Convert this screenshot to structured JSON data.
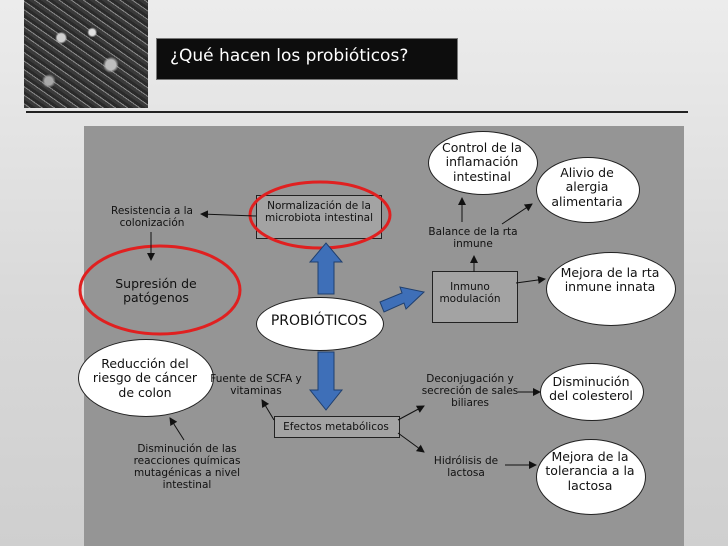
{
  "slide": {
    "title": "¿Qué hacen los probióticos?"
  },
  "diagram": {
    "center": "PROBIÓTICOS",
    "normalization": "Normalización de la microbiota intestinal",
    "resistance": "Resistencia a la colonización",
    "suppression": "Supresión de patógenos",
    "immunomodulation": "Inmuno modulación",
    "inflammation": "Control de la inflamación intestinal",
    "balance": "Balance de la rta inmune",
    "allergy": "Alivio de alergia alimentaria",
    "innate": "Mejora de la rta inmune innata",
    "metabolic": "Efectos metabólicos",
    "scfa": "Fuente de SCFA y vitaminas",
    "colon_cancer": "Reducción del riesgo de cáncer de colon",
    "mutagenic": "Disminución de las reacciones químicas mutagénicas a nivel intestinal",
    "bile": "Deconjugación y secreción de sales biliares",
    "cholesterol": "Disminución del colesterol",
    "lactose_hydrolysis": "Hidrólisis de lactosa",
    "lactose_tolerance": "Mejora de la tolerancia a la lactosa"
  }
}
